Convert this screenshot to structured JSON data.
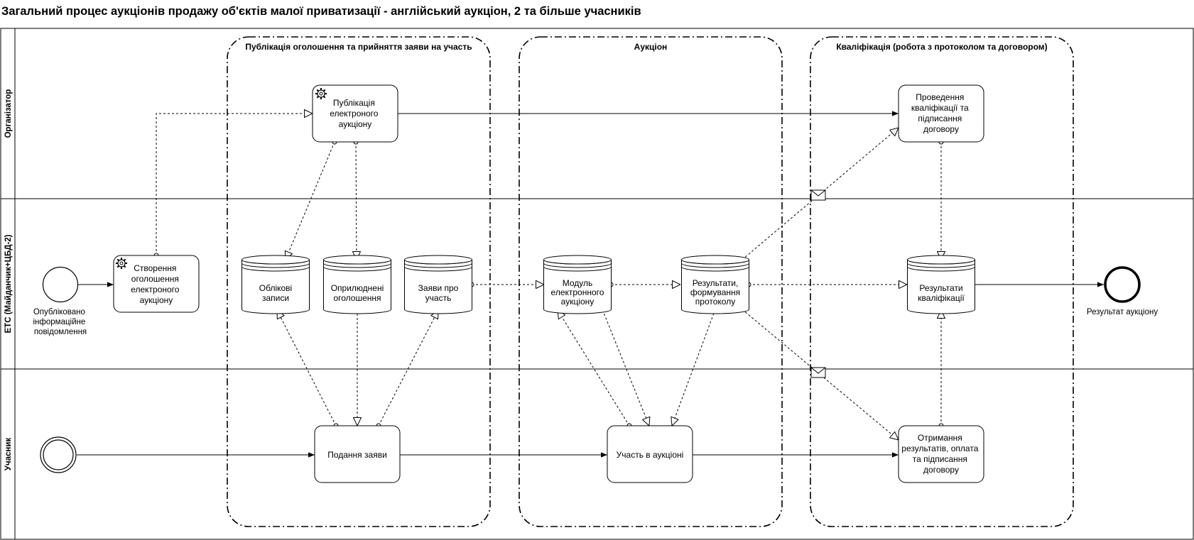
{
  "title": "Загальний процес аукціонів продажу об'єктів малої приватизації - англійський аукціон, 2 та більше учасників",
  "lanes": [
    "Організатор",
    "ЕТС (Майданчик+ЦБД-2)",
    "Учасник"
  ],
  "groups": [
    "Публікація оголошення та прийняття заяви на участь",
    "Аукціон",
    "Кваліфікація (робота з протоколом та договором)"
  ],
  "events": {
    "start_message": "Опубліковано інформаційне повідомлення",
    "end": "Результат аукціону"
  },
  "tasks": {
    "publish": "Публікація електроного аукціону",
    "create": "Створення оголошення електроного аукціону",
    "qualification": "Проведення кваліфікації та підписання договору",
    "submit": "Подання заяви",
    "participate": "Участь в аукціоні",
    "receive": "Отримання результатів, оплата та підписання договору"
  },
  "stores": {
    "accounts": "Облікові записи",
    "announcements": "Оприлюднені оголошення",
    "applications": "Заяви про участь",
    "module": "Модуль електронного аукціону",
    "results": "Результати, формування протоколу",
    "qual_results": "Результати кваліфікації"
  },
  "icons": [
    "gear-icon",
    "envelope-icon"
  ],
  "colors": {
    "stroke": "#000000",
    "fill": "#ffffff"
  }
}
